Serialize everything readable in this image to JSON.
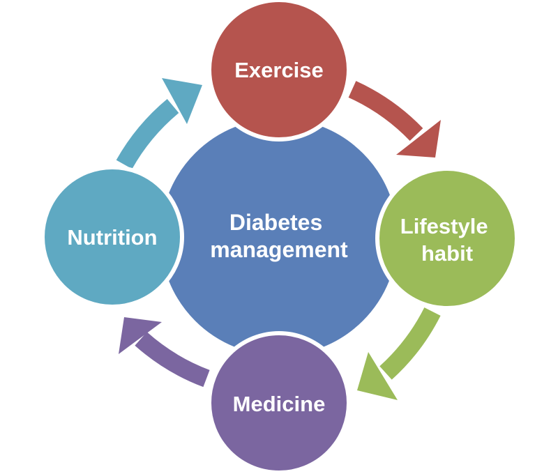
{
  "center": {
    "lines": [
      "Diabetes",
      "management"
    ],
    "color": "#5A7FB8"
  },
  "nodes": {
    "exercise": {
      "lines": [
        "Exercise"
      ],
      "color": "#B5544E"
    },
    "lifestyle": {
      "lines": [
        "Lifestyle",
        "habit"
      ],
      "color": "#9BBB59"
    },
    "medicine": {
      "lines": [
        "Medicine"
      ],
      "color": "#7B66A0"
    },
    "nutrition": {
      "lines": [
        "Nutrition"
      ],
      "color": "#5FA9C2"
    }
  },
  "arrows": {
    "exercise_to_lifestyle": {
      "color": "#B5544E"
    },
    "lifestyle_to_medicine": {
      "color": "#9BBB59"
    },
    "medicine_to_nutrition": {
      "color": "#7B66A0"
    },
    "nutrition_to_exercise": {
      "color": "#5FA9C2"
    }
  }
}
